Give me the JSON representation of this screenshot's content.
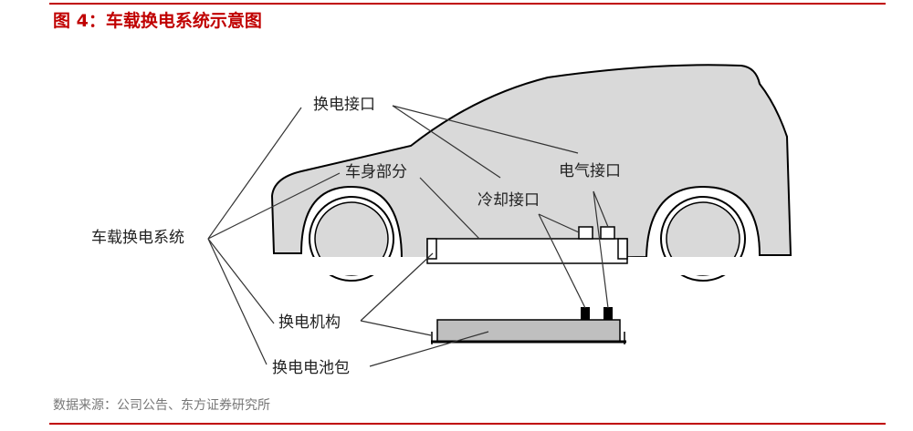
{
  "title": "图 4：车载换电系统示意图",
  "labels": {
    "swap_interface": "换电接口",
    "body_part": "车身部分",
    "electrical_interface": "电气接口",
    "cooling_interface": "冷却接口",
    "onboard_swap_system": "车载换电系统",
    "swap_mechanism": "换电机构",
    "battery_pack": "换电电池包"
  },
  "source": "数据来源：公司公告、东方证券研究所",
  "colors": {
    "accent": "#c00000",
    "car_fill": "#d9d9d9",
    "pack_fill": "#bfbfbf"
  }
}
